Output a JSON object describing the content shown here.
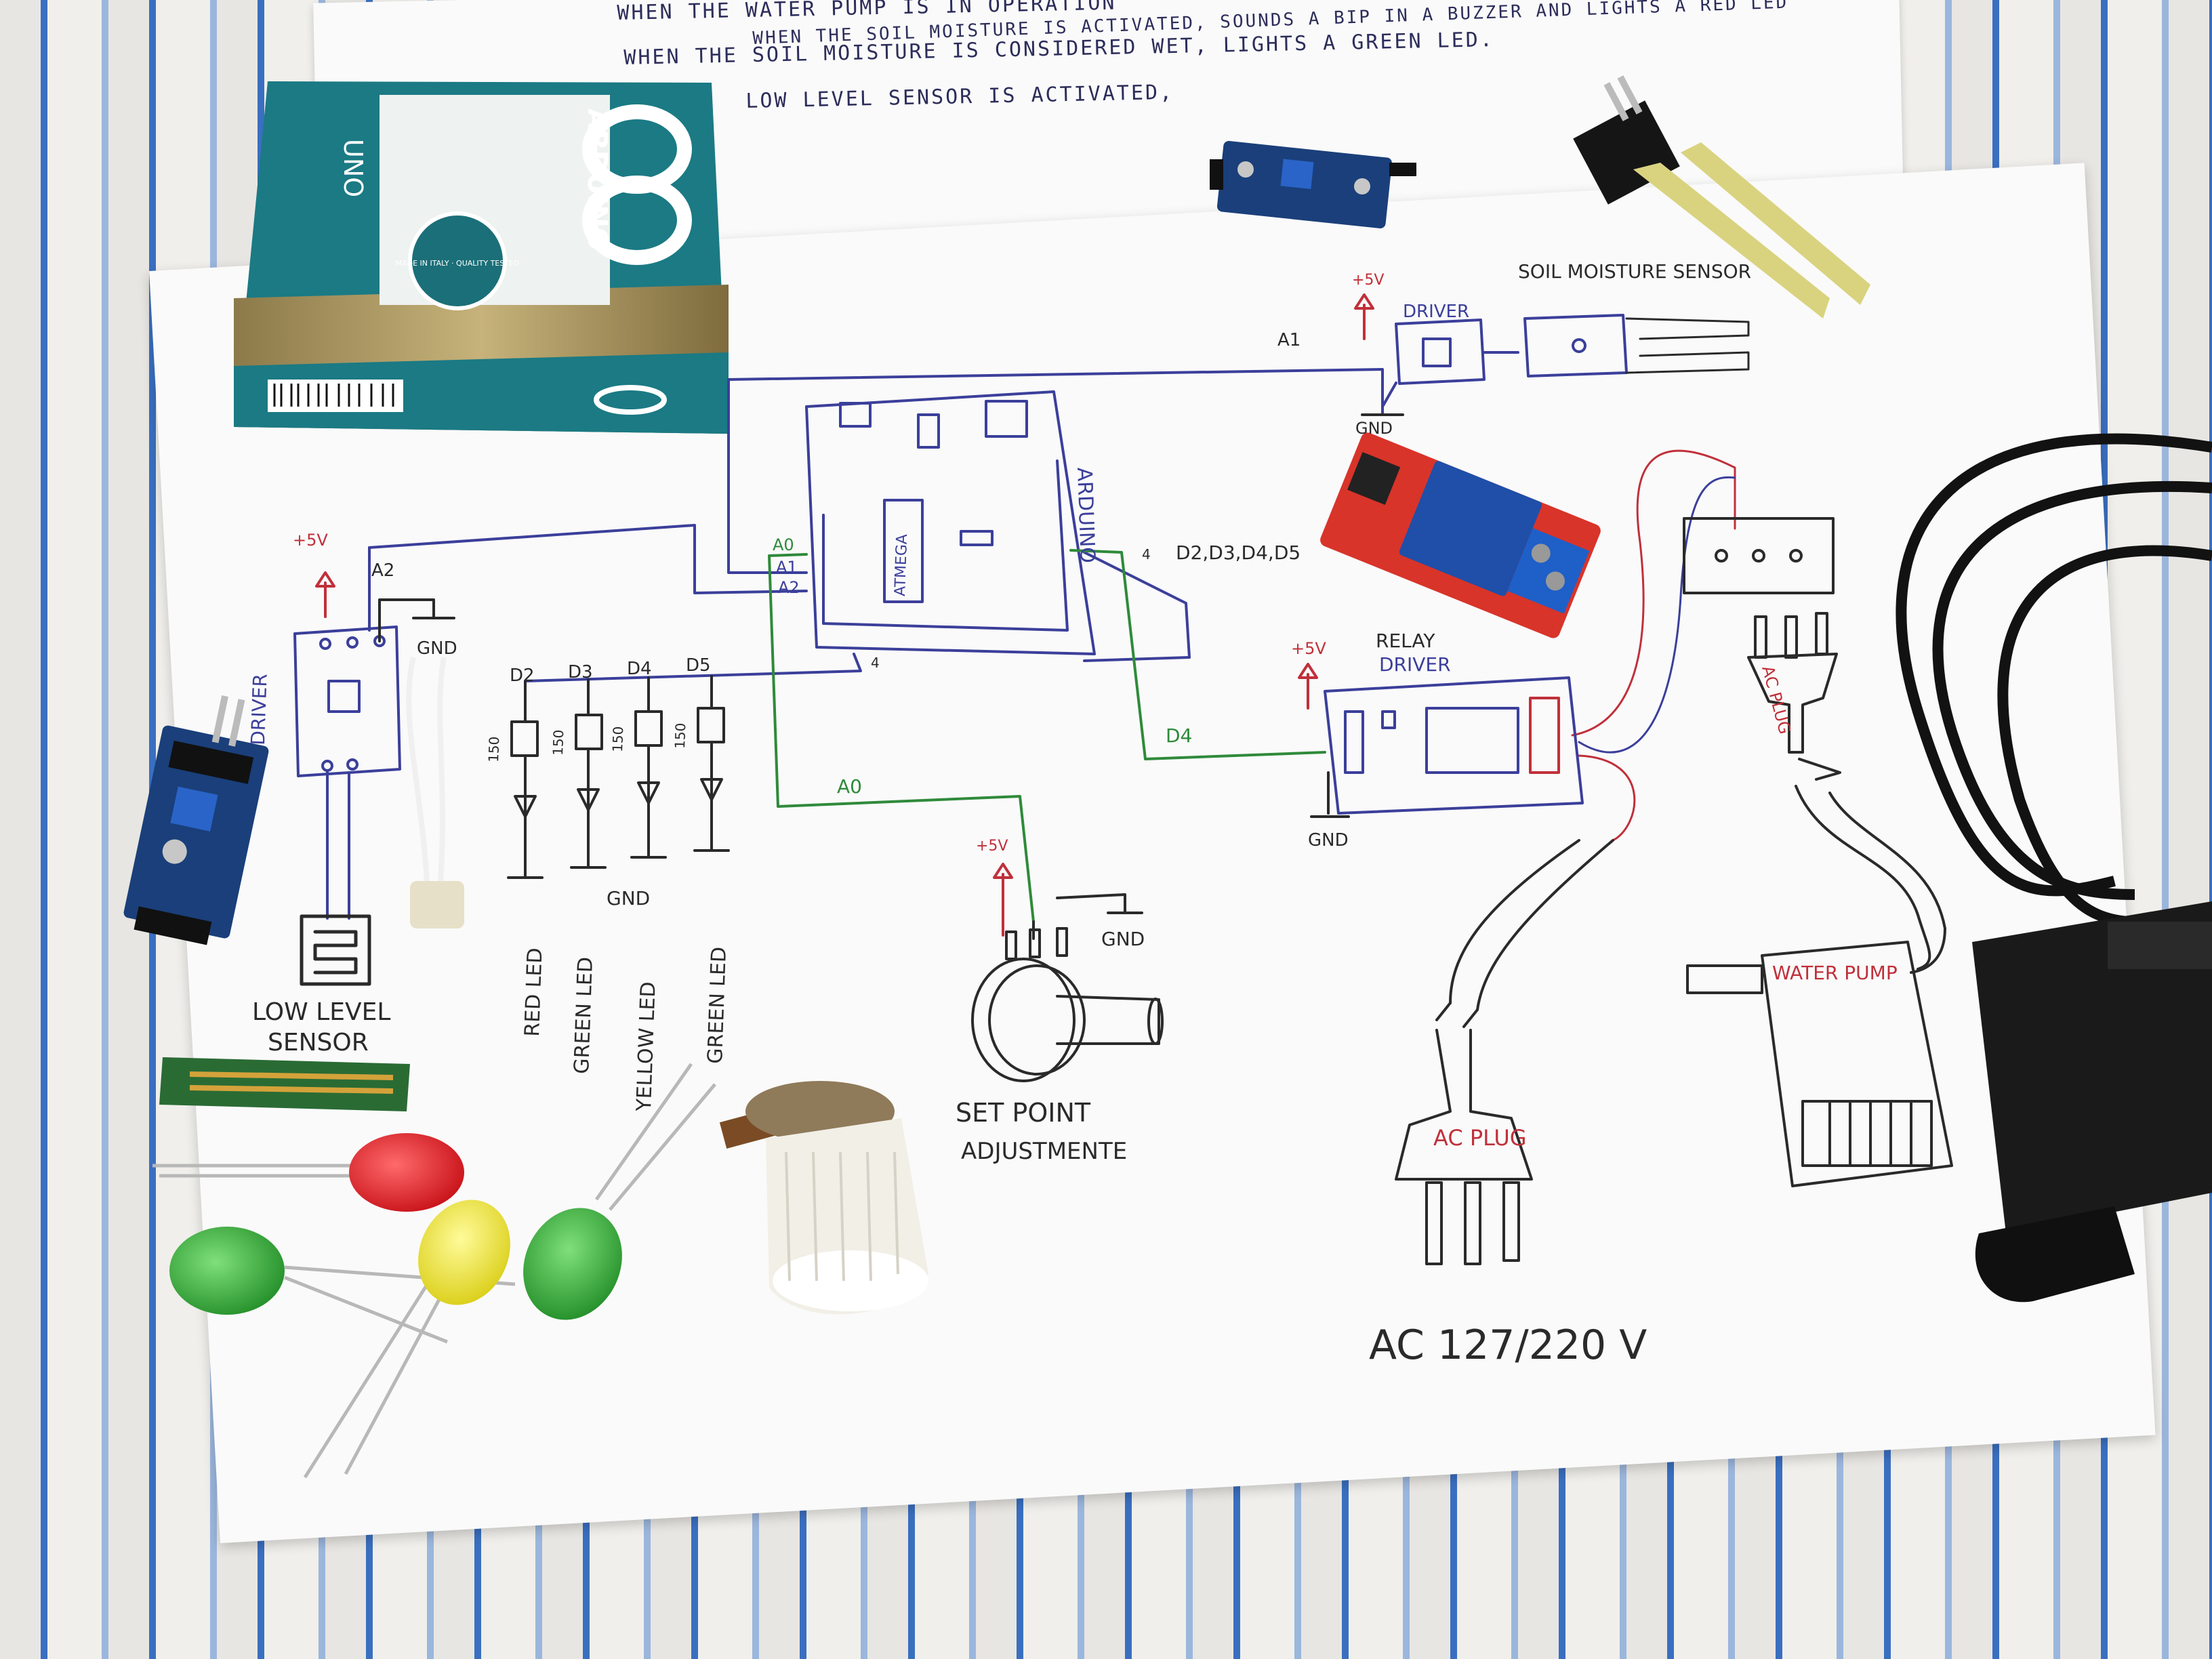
{
  "notes": {
    "line1": "WHEN THE WATER PUMP IS IN OPERATION",
    "line2": "WHEN THE SOIL MOISTURE IS CONSIDERED WET, LIGHTS A GREEN LED.",
    "line3": "WHEN THE SOIL MOISTURE IS ACTIVATED, SOUNDS A BIP IN A BUZZER AND LIGHTS A RED LED",
    "line4": "LOW LEVEL SENSOR IS ACTIVATED,"
  },
  "box": {
    "brand": "ARDUINO",
    "model": "UNO",
    "seal_text": "MADE IN ITALY · QUALITY TESTED"
  },
  "schematic": {
    "arduino_label": "ARDUINO",
    "chip_label": "ATMEGA",
    "pins_a": [
      "A0",
      "A1",
      "A2"
    ],
    "bus_label": "D2,D3,D4,D5",
    "bus_count": "4",
    "soil_sensor": {
      "supply": "+5V",
      "driver": "DRIVER",
      "label": "SOIL MOISTURE SENSOR",
      "pin": "A1",
      "gnd": "GND"
    },
    "level_sensor": {
      "supply": "+5V",
      "driver": "DRIVER",
      "pin": "A2",
      "gnd": "GND",
      "label_line1": "LOW LEVEL",
      "label_line2": "SENSOR"
    },
    "leds": {
      "pins": [
        "D2",
        "D3",
        "D4",
        "D5"
      ],
      "resistor": "150",
      "gnd": "GND",
      "names": [
        "RED LED",
        "GREEN LED",
        "YELLOW LED",
        "GREEN LED"
      ]
    },
    "pot": {
      "pin": "A0",
      "supply": "+5V",
      "gnd": "GND",
      "label_line1": "SET POINT",
      "label_line2": "ADJUSTMENTE"
    },
    "relay": {
      "supply": "+5V",
      "label_line1": "RELAY",
      "label_line2": "DRIVER",
      "pin": "D4",
      "gnd": "GND"
    },
    "ac_plug_top": "AC PLUG",
    "ac_plug_bottom": "AC PLUG",
    "pump": "WATER PUMP",
    "mains": "AC 127/220 V"
  },
  "colors": {
    "ink_blue": "#3b3f9a",
    "ink_green": "#2f8a3a",
    "ink_red": "#c0303a",
    "ink_black": "#2a2a2a",
    "box_teal": "#1b7a84",
    "relay_red": "#d8342a",
    "relay_blue": "#1f4fa8"
  }
}
